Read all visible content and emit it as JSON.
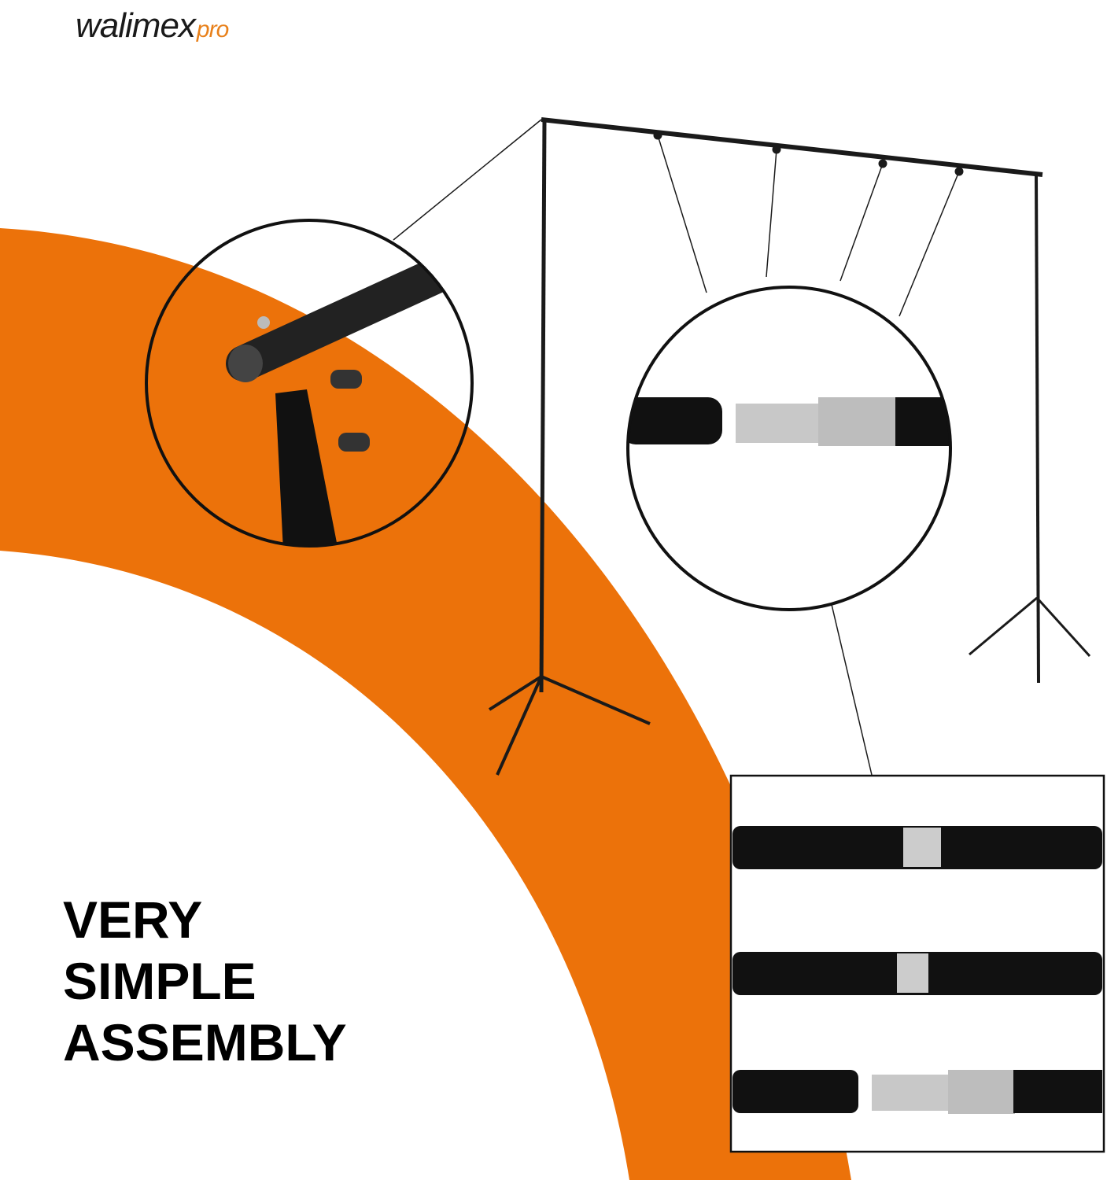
{
  "brand": {
    "name": "walimex",
    "suffix": "pro"
  },
  "headline": {
    "lines": [
      "VERY",
      "SIMPLE",
      "ASSEMBLY"
    ]
  },
  "colors": {
    "accent": "#ec720a",
    "pole": "#141414",
    "metal": "#c8c8c8"
  }
}
